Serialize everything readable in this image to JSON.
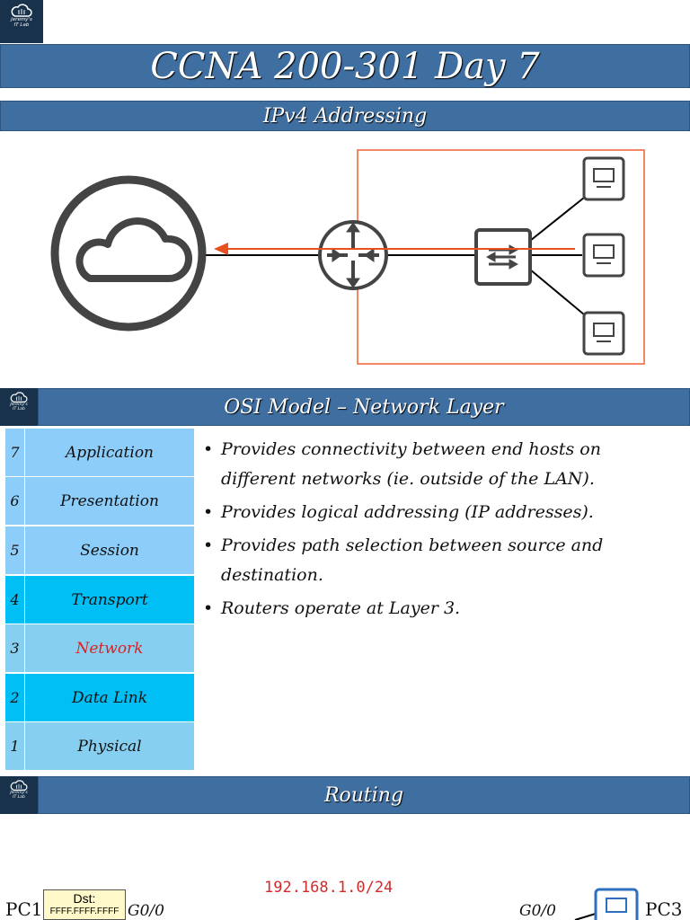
{
  "logo": {
    "line1": "Jeremy's",
    "line2": "IT Lab"
  },
  "header": {
    "title": "CCNA 200-301 Day 7",
    "subtitle": "IPv4 Addressing"
  },
  "osi_section": {
    "title": "OSI Model – Network Layer",
    "layers": [
      {
        "num": "7",
        "name": "Application"
      },
      {
        "num": "6",
        "name": "Presentation"
      },
      {
        "num": "5",
        "name": "Session"
      },
      {
        "num": "4",
        "name": "Transport"
      },
      {
        "num": "3",
        "name": "Network"
      },
      {
        "num": "2",
        "name": "Data Link"
      },
      {
        "num": "1",
        "name": "Physical"
      }
    ],
    "bullets": [
      {
        "pre": "Provides connectivity between end hosts on ",
        "emph": "different",
        "post": " networks (ie. outside of the LAN)."
      },
      {
        "pre": "Provides logical addressing (IP addresses).",
        "emph": "",
        "post": ""
      },
      {
        "pre": "Provides path selection between source and destination.",
        "emph": "",
        "post": ""
      },
      {
        "pre": "Routers operate at Layer 3.",
        "emph": "",
        "post": ""
      }
    ],
    "highlight_color": "#e02020"
  },
  "routing_section": {
    "title": "Routing",
    "network": "192.168.1.0/24",
    "pc1_label": "PC1",
    "pc3_label": "PC3",
    "dst_label": "Dst:",
    "dst_value": "FFFF.FFFF.FFFF",
    "left_port": "G0/0",
    "right_port": "G0/0"
  },
  "colors": {
    "bar_blue": "#3f6ea0",
    "lan_box": "#f06030",
    "arrow": "#e8501e"
  },
  "icons": [
    "cloud-icon",
    "router-icon",
    "switch-icon",
    "pc-icon"
  ]
}
